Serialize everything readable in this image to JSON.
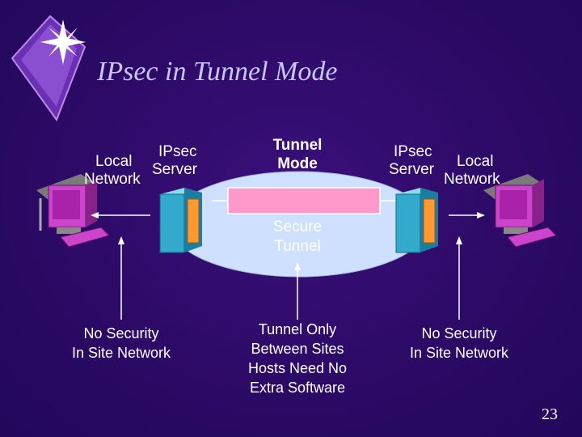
{
  "slide": {
    "title": "IPsec in Tunnel Mode",
    "page_number": "23"
  },
  "left_site": {
    "network_label_line1": "Local",
    "network_label_line2": "Network",
    "server_label_line1": "IPsec",
    "server_label_line2": "Server",
    "note_line1": "No Security",
    "note_line2": "In Site Network"
  },
  "right_site": {
    "server_label_line1": "IPsec",
    "server_label_line2": "Server",
    "network_label_line1": "Local",
    "network_label_line2": "Network",
    "note_line1": "No Security",
    "note_line2": "In Site Network"
  },
  "center": {
    "mode_label_line1": "Tunnel",
    "mode_label_line2": "Mode",
    "tunnel_label_line1": "Secure",
    "tunnel_label_line2": "Tunnel",
    "note_line1": "Tunnel Only",
    "note_line2": "Between Sites",
    "note_line3": "Hosts Need No",
    "note_line4": "Extra Software"
  },
  "colors": {
    "background": "#2c0a66",
    "title": "#c8c8ff",
    "ellipse": "#cfe0ff",
    "tunnel_pipe": "#ff99cc",
    "server": "#33aacc",
    "computer": "#cc44cc"
  },
  "icons": [
    "sparkle-logo-icon",
    "computer-icon",
    "server-tower-icon"
  ]
}
